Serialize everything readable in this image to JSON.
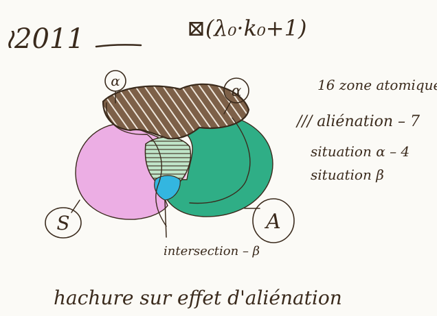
{
  "header": {
    "year": "≀2011",
    "formula": "⊠(λ₀·k₀+1)"
  },
  "legend": {
    "title": "16 zone atomique",
    "items": [
      "/// aliénation – 7",
      "situation α – 4",
      "situation β"
    ]
  },
  "labels": {
    "alpha_left": "α",
    "alpha_right": "α",
    "s": "S",
    "a": "A",
    "intersection": "intersection – β"
  },
  "caption": "hachure sur effet d'aliénation",
  "colors": {
    "ink": "#3a2a1c",
    "pink": "#ecaee4",
    "green": "#2fae86",
    "blue": "#33b6e0",
    "hatch_fill": "#7d6048",
    "paper": "#fbfaf6"
  }
}
